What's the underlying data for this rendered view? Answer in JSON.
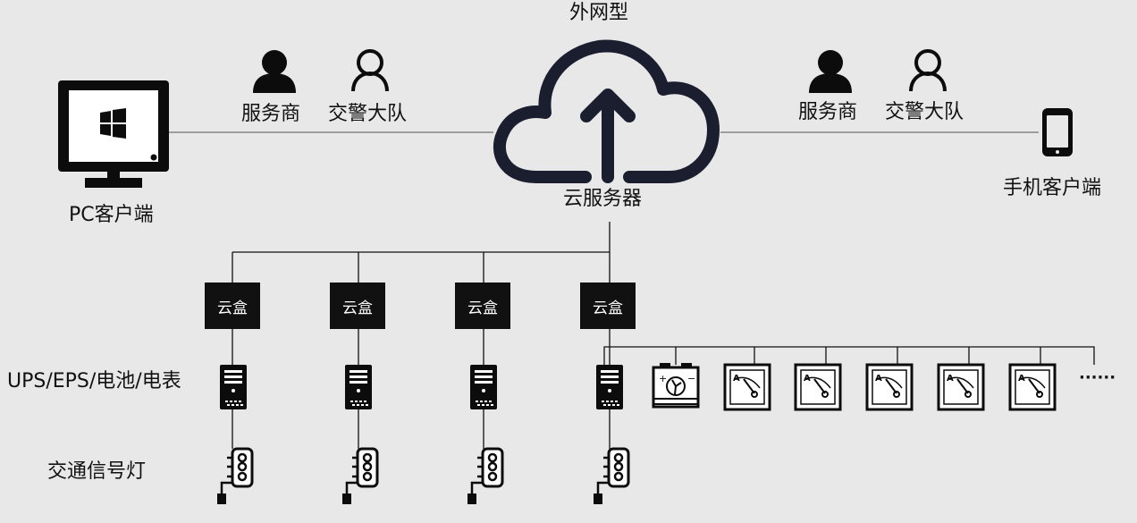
{
  "top_label": "外网型",
  "cloud_label": "云服务器",
  "pc_label": "PC客户端",
  "mobile_label": "手机客户端",
  "left_group": {
    "service": "服务商",
    "police": "交警大队"
  },
  "right_group": {
    "service": "服务商",
    "police": "交警大队"
  },
  "cloud_box_label": "云盒",
  "row_labels": {
    "devices": "UPS/EPS/电池/电表",
    "signals": "交通信号灯"
  },
  "ellipsis": "······",
  "colors": {
    "background": "#e8e8e8",
    "ink": "#111111",
    "cloud": "#1b1e2e",
    "line": "#555555"
  }
}
